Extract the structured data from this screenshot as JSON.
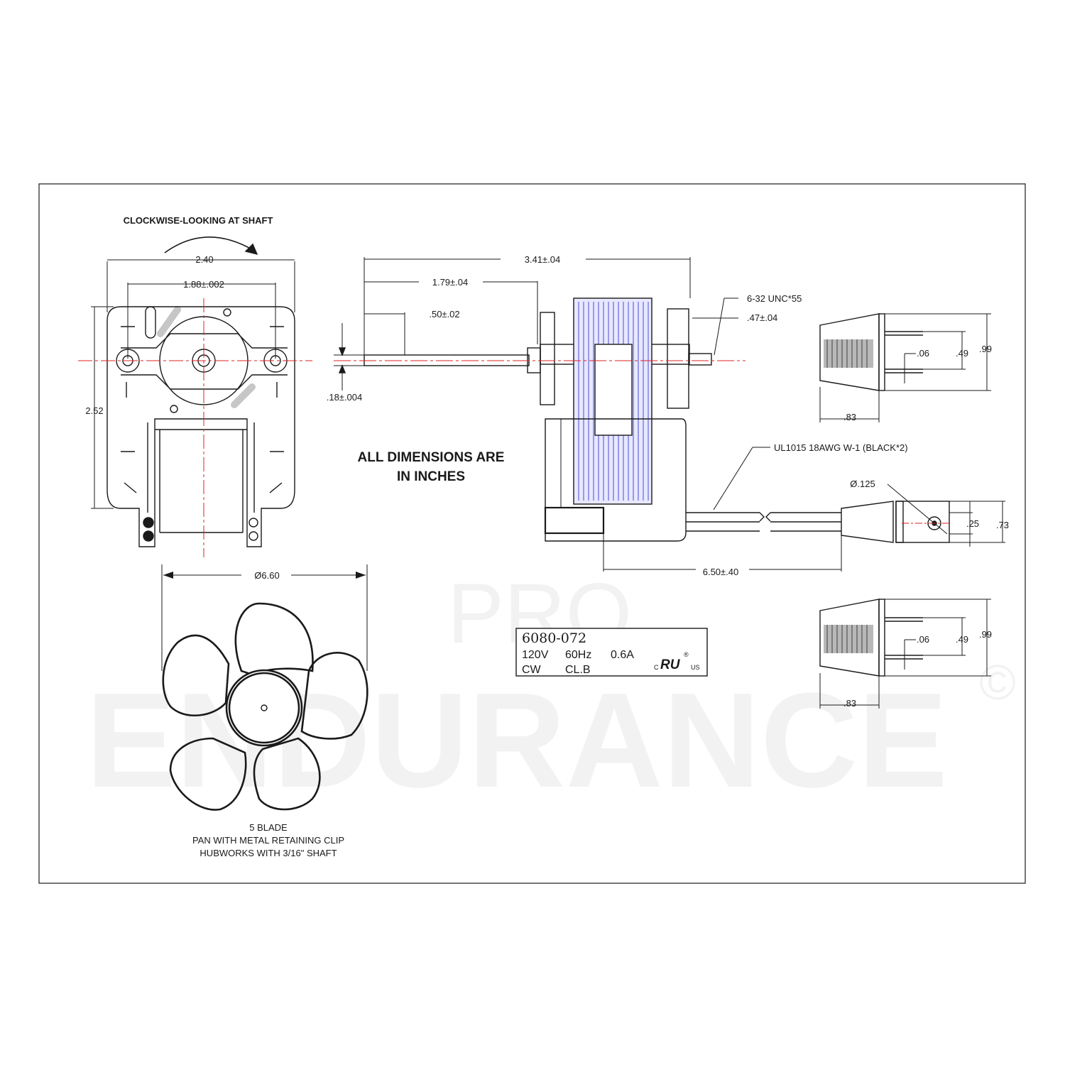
{
  "notes": {
    "rotation": "CLOCKWISE-LOOKING AT SHAFT",
    "units_line1": "ALL DIMENSIONS ARE",
    "units_line2": "IN INCHES"
  },
  "front_view": {
    "width": "2.40",
    "hole_spacing": "1.88±.002",
    "height": "2.52"
  },
  "side_view": {
    "overall": "3.41±.04",
    "shaft_to_stack": "1.79±.04",
    "flat_length": ".50±.02",
    "shaft_dia": ".18±.004",
    "thread": "6-32 UNC*55",
    "rear_shaft": ".47±.04",
    "lead_length": "6.50±.40",
    "wire_spec": "UL1015 18AWG W-1 (BLACK*2)"
  },
  "connector_top": {
    "pin_gap": ".06",
    "pin_span": ".49",
    "height": ".99",
    "length": ".83"
  },
  "connector_mid": {
    "hole": "Ø.125",
    "inner": ".25",
    "outer": ".73"
  },
  "connector_bottom": {
    "pin_gap": ".06",
    "pin_span": ".49",
    "height": ".99",
    "length": ".83"
  },
  "fan": {
    "diameter": "Ø6.60",
    "desc1": "5 BLADE",
    "desc2": "PAN WITH METAL RETAINING CLIP",
    "desc3": "HUBWORKS WITH 3/16\" SHAFT"
  },
  "nameplate": {
    "model": "6080-072",
    "volts": "120V",
    "freq": "60Hz",
    "amps": "0.6A",
    "rotation": "CW",
    "insulation": "CL.B",
    "cert_c": "C",
    "cert_us": "US",
    "cert_mark": "RU",
    "reg": "®"
  },
  "watermark": {
    "brand": "ENDURANCE",
    "sub": "PRO",
    "copyright": "©"
  },
  "colors": {
    "line": "#1a1a1a",
    "centerline": "#e02020",
    "coil": "#5a5ad8"
  }
}
